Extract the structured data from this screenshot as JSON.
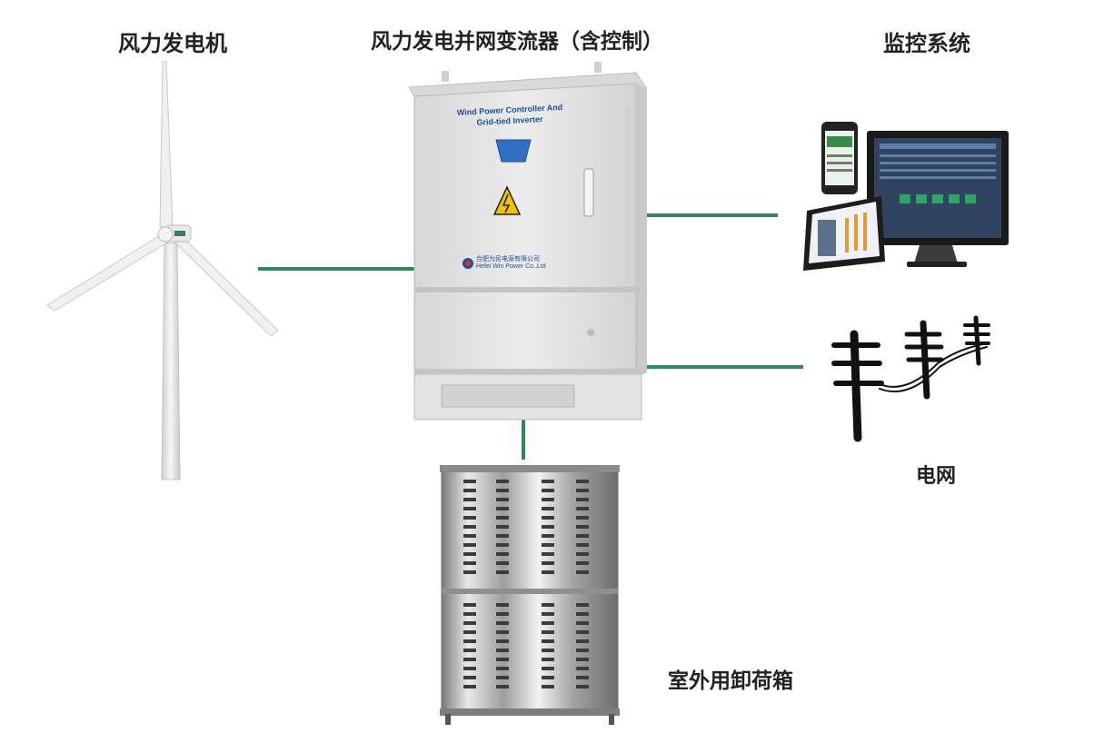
{
  "labels": {
    "wind_turbine": "风力发电机",
    "inverter": "风力发电并网变流器（含控制）",
    "monitoring": "监控系统",
    "grid": "电网",
    "dump_load": "室外用卸荷箱"
  },
  "inverter_panel": {
    "title_line1": "Wind Power Controller And",
    "title_line2": "Grid-tied Inverter",
    "company_cn": "合肥为民电源有限公司",
    "company_en": "Hefei Win Power Co.,Ltd"
  },
  "colors": {
    "connector": "#2e8b57",
    "cabinet": "#e6e6e6",
    "panel_text": "#1f4e9c",
    "warning": "#f2c400"
  }
}
